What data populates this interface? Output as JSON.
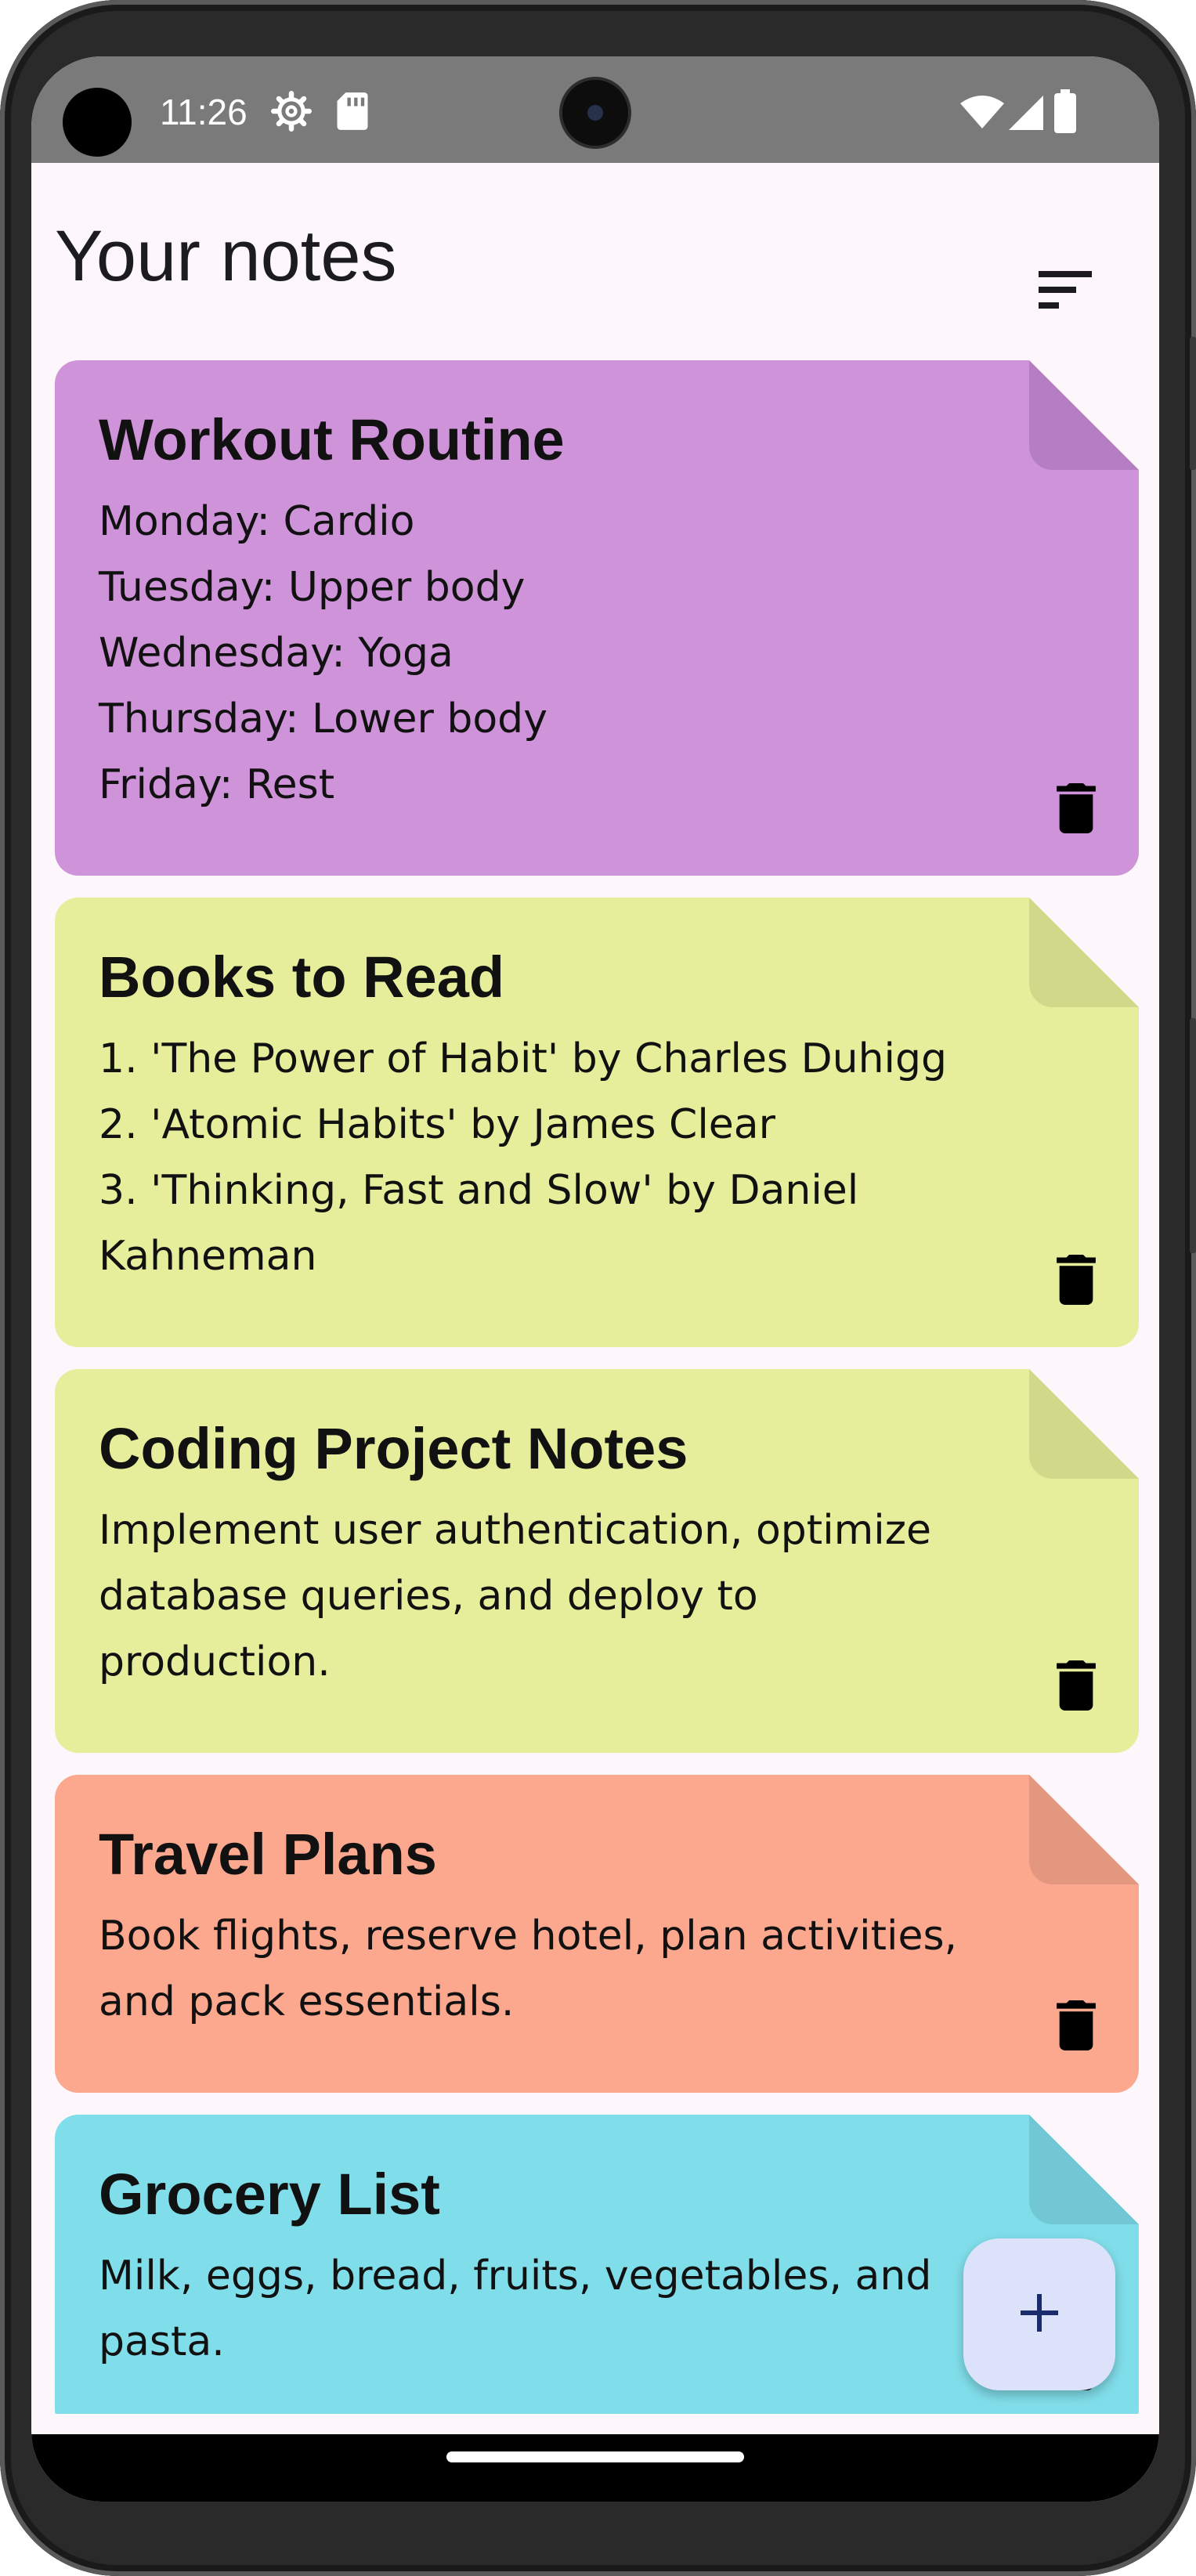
{
  "status_bar": {
    "time": "11:26",
    "icons": [
      "settings-gear-icon",
      "sd-card-icon",
      "wifi-icon",
      "cellular-signal-icon",
      "battery-icon"
    ]
  },
  "header": {
    "title": "Your notes",
    "sort_icon": "sort-icon"
  },
  "notes": [
    {
      "title": "Workout Routine",
      "content": "Monday: Cardio\nTuesday: Upper body\nWednesday: Yoga\nThursday: Lower body\nFriday: Rest",
      "color": "#ce93d8",
      "fold_color": "#b57ec2"
    },
    {
      "title": "Books to Read",
      "content": "1. 'The Power of Habit' by Charles Duhigg\n2. 'Atomic Habits' by James Clear\n3. 'Thinking, Fast and Slow' by Daniel\nKahneman",
      "color": "#e6ee9b",
      "fold_color": "#d2d889"
    },
    {
      "title": "Coding Project Notes",
      "content": "Implement user authentication, optimize\ndatabase queries, and deploy to\nproduction.",
      "color": "#e6ee9b",
      "fold_color": "#d2d889"
    },
    {
      "title": "Travel Plans",
      "content": "Book flights, reserve hotel, plan activities,\nand pack essentials.",
      "color": "#fba88f",
      "fold_color": "#e4977f"
    },
    {
      "title": "Grocery List",
      "content": "Milk, eggs, bread, fruits, vegetables, and\npasta.",
      "color": "#80deea",
      "fold_color": "#71c8d4"
    }
  ],
  "fab": {
    "icon": "plus-icon",
    "color": "#dde2fb"
  }
}
